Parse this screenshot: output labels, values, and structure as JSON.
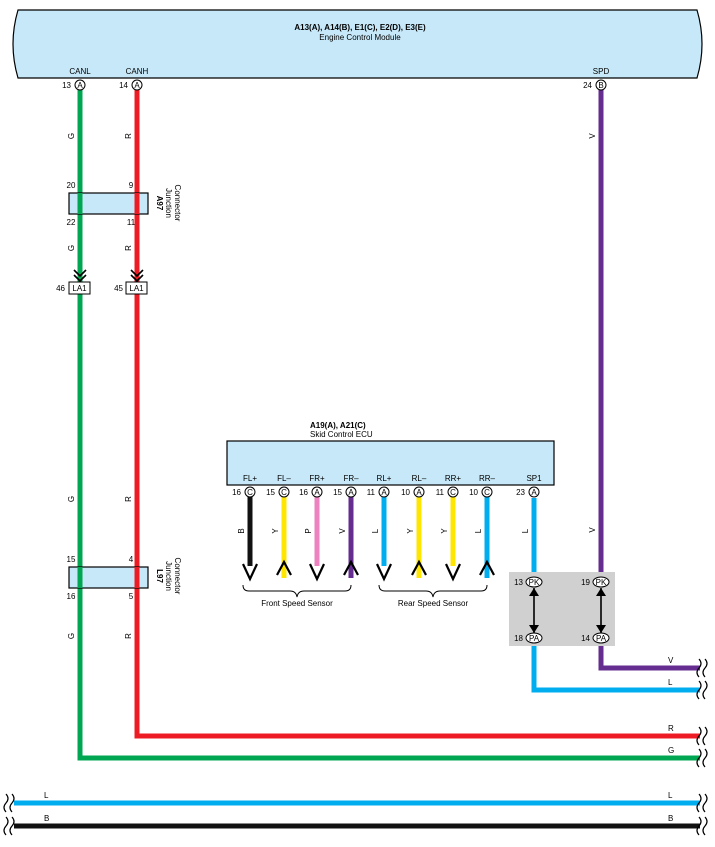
{
  "colors": {
    "green": "#00a651",
    "red": "#ed1c24",
    "purple": "#662d91",
    "light_blue": "#00aeef",
    "yellow": "#ffe600",
    "pink": "#ee82c0",
    "black": "#111111",
    "ecu_fill": "#c7e8f8",
    "junction_fill": "#c7e8f8",
    "splice_fill": "#d0d0d0"
  },
  "ecm": {
    "title": "A13(A), A14(B), E1(C), E2(D), E3(E)",
    "name": "Engine Control Module"
  },
  "ecm_pins": [
    {
      "id": "canl",
      "label": "CANL",
      "pin": "13",
      "conn": "A"
    },
    {
      "id": "canh",
      "label": "CANH",
      "pin": "14",
      "conn": "A"
    },
    {
      "id": "spd",
      "label": "SPD",
      "pin": "24",
      "conn": "B"
    }
  ],
  "ecm_wires": [
    {
      "id": "canl-top",
      "code": "G"
    },
    {
      "id": "canh-top",
      "code": "R"
    },
    {
      "id": "spd-top",
      "code": "V"
    }
  ],
  "junction_a97": {
    "label": "A97",
    "name_line1": "Junction",
    "name_line2": "Connector",
    "pins": [
      "20",
      "9",
      "22",
      "11"
    ],
    "wires_below": [
      "G",
      "R"
    ]
  },
  "la1": {
    "connectors": [
      {
        "pin": "46",
        "label": "LA1"
      },
      {
        "pin": "45",
        "label": "LA1"
      }
    ]
  },
  "middle_wires": [
    "G",
    "R"
  ],
  "junction_l97": {
    "label": "L97",
    "name_line1": "Junction",
    "name_line2": "Connector",
    "pins": [
      "15",
      "4",
      "16",
      "5"
    ],
    "wires_below": [
      "G",
      "R"
    ]
  },
  "skid_ecu": {
    "title": "A19(A), A21(C)",
    "name": "Skid Control ECU",
    "pins": [
      {
        "label": "FL+",
        "pin": "16",
        "conn": "C",
        "code": "B"
      },
      {
        "label": "FL–",
        "pin": "15",
        "conn": "C",
        "code": "Y"
      },
      {
        "label": "FR+",
        "pin": "16",
        "conn": "A",
        "code": "P"
      },
      {
        "label": "FR–",
        "pin": "15",
        "conn": "A",
        "code": "V"
      },
      {
        "label": "RL+",
        "pin": "11",
        "conn": "A",
        "code": "L"
      },
      {
        "label": "RL–",
        "pin": "10",
        "conn": "A",
        "code": "Y"
      },
      {
        "label": "RR+",
        "pin": "11",
        "conn": "C",
        "code": "Y"
      },
      {
        "label": "RR–",
        "pin": "10",
        "conn": "C",
        "code": "L"
      },
      {
        "label": "SP1",
        "pin": "23",
        "conn": "A",
        "code": "L"
      }
    ],
    "front_sensor": "Front Speed Sensor",
    "rear_sensor": "Rear Speed Sensor"
  },
  "spd_lower_code": "V",
  "splice": {
    "top": [
      {
        "pin": "13",
        "conn": "PK"
      },
      {
        "pin": "19",
        "conn": "PK"
      }
    ],
    "bottom": [
      {
        "pin": "18",
        "conn": "PA"
      },
      {
        "pin": "14",
        "conn": "PA"
      }
    ]
  },
  "exit_wires": [
    {
      "id": "v",
      "code": "V"
    },
    {
      "id": "l",
      "code": "L"
    },
    {
      "id": "r",
      "code": "R"
    },
    {
      "id": "g",
      "code": "G"
    }
  ],
  "bus_wires": [
    {
      "id": "l",
      "code_left": "L",
      "code_right": "L"
    },
    {
      "id": "b",
      "code_left": "B",
      "code_right": "B"
    }
  ]
}
